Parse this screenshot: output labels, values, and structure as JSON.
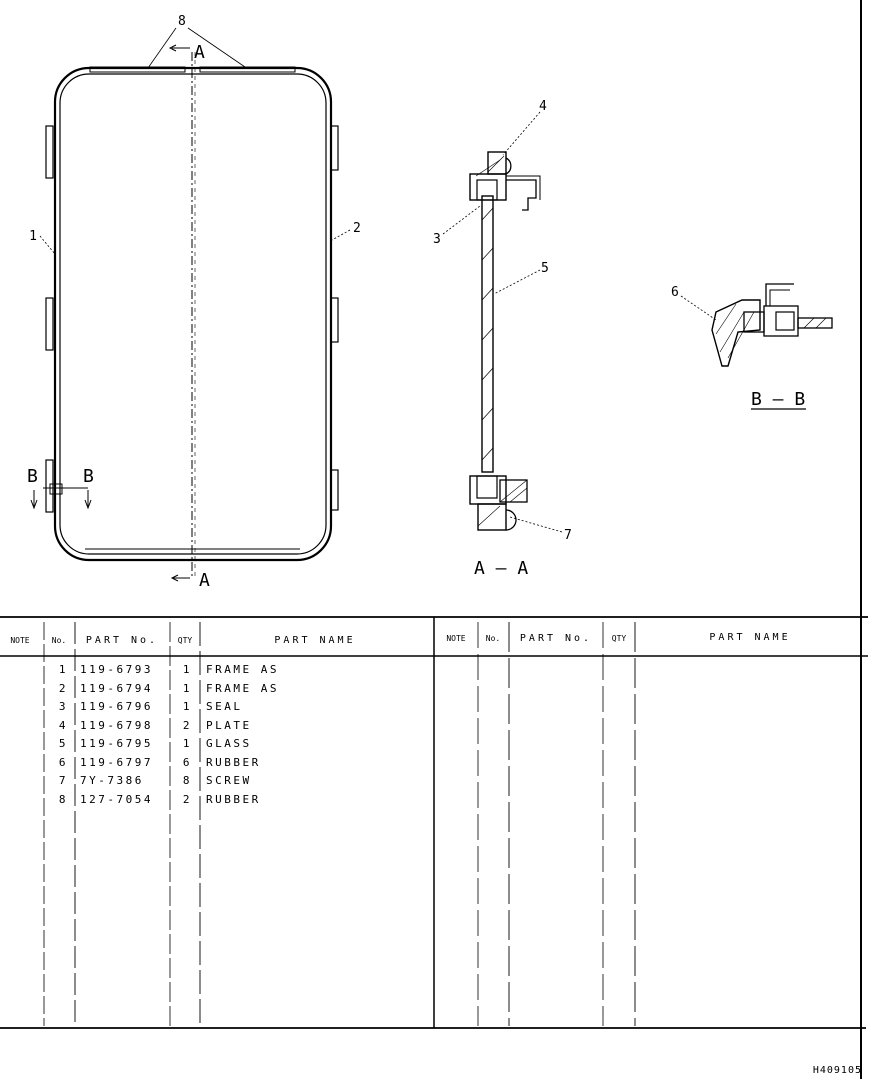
{
  "drawing": {
    "callouts": [
      "1",
      "2",
      "3",
      "4",
      "5",
      "6",
      "7",
      "8"
    ],
    "sections": {
      "aa_marker": "A",
      "bb_marker": "B",
      "aa_caption": "A – A",
      "bb_caption": "B – B"
    }
  },
  "table": {
    "headers": {
      "note": "NOTE",
      "no": "No.",
      "part_no": "PART  No.",
      "qty": "QTY",
      "part_name": "PART  NAME"
    },
    "rows": [
      {
        "no": "1",
        "part_no": "119-6793",
        "qty": "1",
        "name": "FRAME AS"
      },
      {
        "no": "2",
        "part_no": "119-6794",
        "qty": "1",
        "name": "FRAME AS"
      },
      {
        "no": "3",
        "part_no": "119-6796",
        "qty": "1",
        "name": "SEAL"
      },
      {
        "no": "4",
        "part_no": "119-6798",
        "qty": "2",
        "name": "PLATE"
      },
      {
        "no": "5",
        "part_no": "119-6795",
        "qty": "1",
        "name": "GLASS"
      },
      {
        "no": "6",
        "part_no": "119-6797",
        "qty": "6",
        "name": "RUBBER"
      },
      {
        "no": "7",
        "part_no": "7Y-7386",
        "qty": "8",
        "name": "SCREW"
      },
      {
        "no": "8",
        "part_no": "127-7054",
        "qty": "2",
        "name": "RUBBER"
      }
    ]
  },
  "doc_code": "H409105"
}
